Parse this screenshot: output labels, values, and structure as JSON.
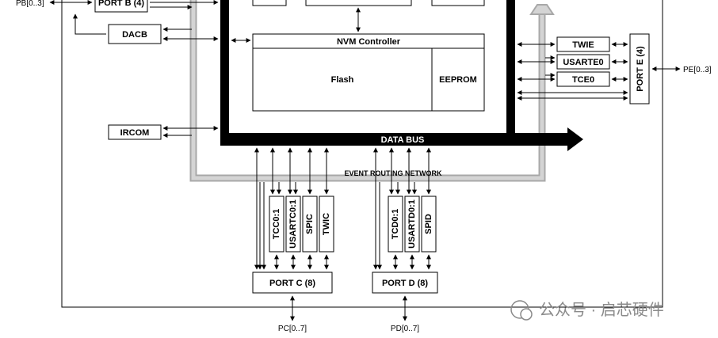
{
  "pins": {
    "pb": "PB[0..3]",
    "pe": "PE[0..3]",
    "pc": "PC[0..7]",
    "pd": "PD[0..7]"
  },
  "blocks": {
    "port_b": "PORT B (4)",
    "dacb": "DACB",
    "ircom": "IRCOM",
    "nvm_controller": "NVM Controller",
    "flash": "Flash",
    "eeprom": "EEPROM",
    "twie": "TWIE",
    "usarte0": "USARTE0",
    "tce0": "TCE0",
    "port_e": "PORT E (4)",
    "data_bus": "DATA BUS",
    "event_routing": "EVENT ROUTING NETWORK",
    "tcc01": "TCC0:1",
    "usartc01": "USARTC0:1",
    "spic": "SPIC",
    "twic": "TWIC",
    "port_c": "PORT C (8)",
    "tcd01": "TCD0:1",
    "usartd01": "USARTD0:1",
    "spid": "SPID",
    "port_d": "PORT D (8)"
  },
  "watermark": "公众号 · 启芯硬件",
  "colors": {
    "line": "#000000",
    "event_network": "#c0c0c0",
    "background": "#ffffff",
    "watermark": "#8a8a8a"
  }
}
